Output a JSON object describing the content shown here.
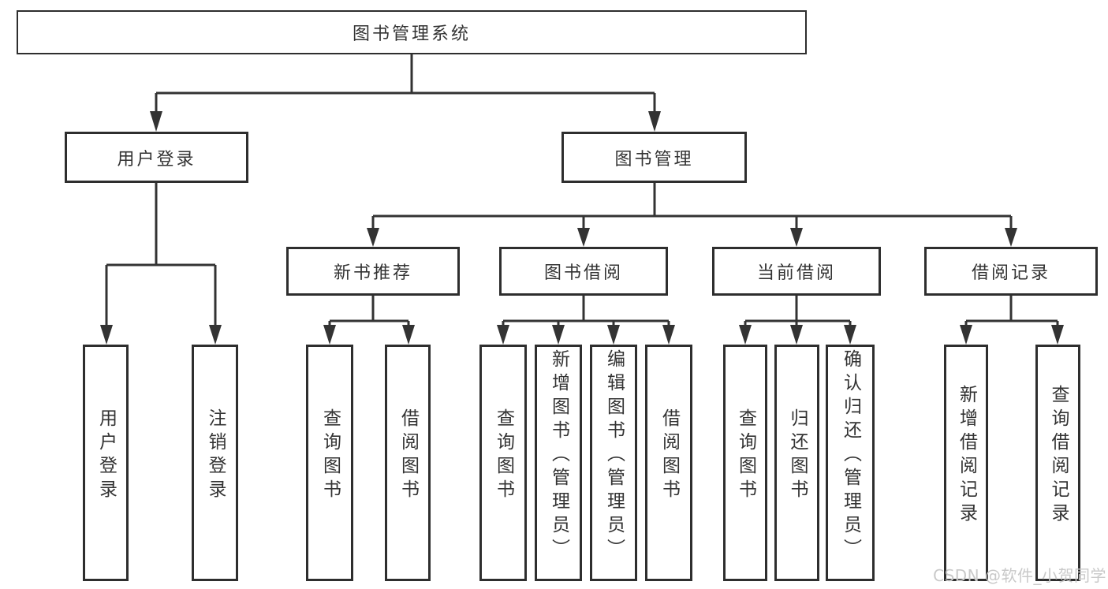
{
  "nodes": {
    "root": {
      "label": "图书管理系统"
    },
    "level2": [
      {
        "label": "用户登录"
      },
      {
        "label": "图书管理"
      }
    ],
    "level3": [
      {
        "label": "新书推荐"
      },
      {
        "label": "图书借阅"
      },
      {
        "label": "当前借阅"
      },
      {
        "label": "借阅记录"
      }
    ],
    "leaves": {
      "user_login": [
        {
          "label": "用户登录"
        },
        {
          "label": "注销登录"
        }
      ],
      "new_book_rec": [
        {
          "label": "查询图书"
        },
        {
          "label": "借阅图书"
        }
      ],
      "book_borrow": [
        {
          "label": "查询图书"
        },
        {
          "label": "新增图书（管理员）"
        },
        {
          "label": "编辑图书（管理员）"
        },
        {
          "label": "借阅图书"
        }
      ],
      "current_borrow": [
        {
          "label": "查询图书"
        },
        {
          "label": "归还图书"
        },
        {
          "label": "确认归还（管理员）"
        }
      ],
      "borrow_records": [
        {
          "label": "新增借阅记录"
        },
        {
          "label": "查询借阅记录"
        }
      ]
    }
  },
  "watermark": "CSDN @软件_小贺同学",
  "colors": {
    "line": "#333333",
    "border": "#2e2e2e",
    "text": "#333333",
    "background": "#ffffff",
    "watermark": "#c9c9c9"
  }
}
